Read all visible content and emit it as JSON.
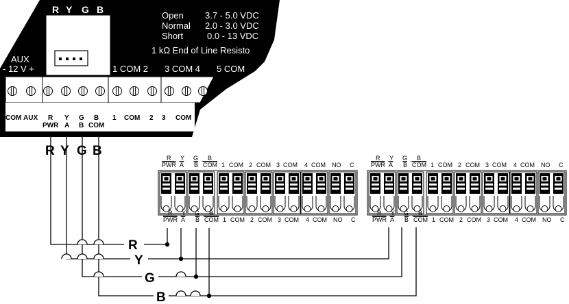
{
  "panel": {
    "top_wire_labels": [
      "R",
      "Y",
      "G",
      "B"
    ],
    "specs": [
      {
        "label": "Open",
        "value": "3.7 - 5.0 VDC"
      },
      {
        "label": "Normal",
        "value": "2.0 - 3.0 VDC"
      },
      {
        "label": "Short",
        "value": "0.0 - 13 VDC"
      }
    ],
    "eol_text": "1 kΩ  End of Line Resisto",
    "aux_line1": "AUX",
    "aux_line2": "- 12 V +",
    "zone_labels": [
      "1 COM 2",
      "3 COM 4",
      "5 COM"
    ],
    "bottom_labels": {
      "com": "COM",
      "aux": "AUX",
      "r_top": "R",
      "r_bottom": "PWR",
      "y_top": "Y",
      "y_bottom": "A",
      "g_top": "G",
      "g_bottom": "B",
      "b_top": "B",
      "b_bottom": "COM",
      "z1": "1",
      "com1": "COM",
      "z2": "2",
      "z3": "3",
      "com2": "COM"
    }
  },
  "panel_wire_labels": [
    "R",
    "Y",
    "G",
    "B"
  ],
  "modules": [
    {
      "top": {
        "r": "R",
        "y": "Y",
        "g": "G",
        "b": "B",
        "pwr": "PWR",
        "a": "A",
        "bb": "B",
        "com": "COM",
        "rest": [
          "1",
          "COM",
          "2",
          "COM",
          "3",
          "COM",
          "4",
          "COM",
          "NO",
          "C"
        ]
      },
      "bottom": {
        "r": "R",
        "y": "Y",
        "g": "G",
        "b": "B",
        "pwr": "PWR",
        "a": "A",
        "bb": "B",
        "com": "COM",
        "rest": [
          "1",
          "COM",
          "2",
          "COM",
          "3",
          "COM",
          "4",
          "COM",
          "NO",
          "C"
        ]
      }
    },
    {
      "top": {
        "r": "R",
        "y": "Y",
        "g": "G",
        "b": "B",
        "pwr": "PWR",
        "a": "A",
        "bb": "B",
        "com": "COM",
        "rest": [
          "1",
          "COM",
          "2",
          "COM",
          "3",
          "COM",
          "4",
          "COM",
          "NO",
          "C"
        ]
      },
      "bottom": {
        "r": "R",
        "y": "Y",
        "g": "G",
        "b": "B",
        "pwr": "PWR",
        "a": "A",
        "bb": "B",
        "com": "COM",
        "rest": [
          "1",
          "COM",
          "2",
          "COM",
          "3",
          "COM",
          "4",
          "COM",
          "NO",
          "C"
        ]
      }
    }
  ],
  "bus_labels": [
    "R",
    "Y",
    "G",
    "B"
  ]
}
